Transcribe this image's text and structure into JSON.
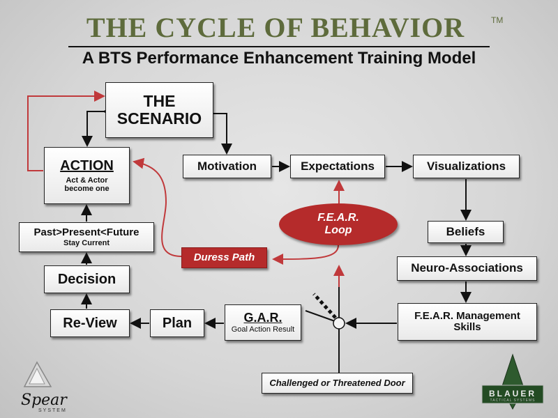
{
  "header": {
    "title": "THE CYCLE OF BEHAVIOR",
    "trademark": "TM",
    "subtitle": "A BTS Performance Enhancement Training Model"
  },
  "nodes": {
    "scenario": {
      "line1": "THE",
      "line2": "SCENARIO"
    },
    "action": {
      "title": "ACTION",
      "sub1": "Act & Actor",
      "sub2": "become one"
    },
    "motivation": "Motivation",
    "expectations": "Expectations",
    "visualizations": "Visualizations",
    "beliefs": "Beliefs",
    "neuro": "Neuro-Associations",
    "fear_mgmt": {
      "line1": "F.E.A.R. Management",
      "line2": "Skills"
    },
    "past": {
      "title": "Past>Present<Future",
      "sub": "Stay Current"
    },
    "decision": "Decision",
    "review": "Re-View",
    "plan": "Plan",
    "gar": {
      "title": "G.A.R.",
      "sub": "Goal Action Result"
    },
    "duress": "Duress Path",
    "fear_loop": {
      "line1": "F.E.A.R.",
      "line2": "Loop"
    },
    "door": "Challenged or Threatened Door"
  },
  "logos": {
    "left": "Spear System",
    "right": "BLAUER Tactical Systems"
  },
  "colors": {
    "accent_red": "#b52b2b",
    "title_green": "#5e6b3c"
  }
}
